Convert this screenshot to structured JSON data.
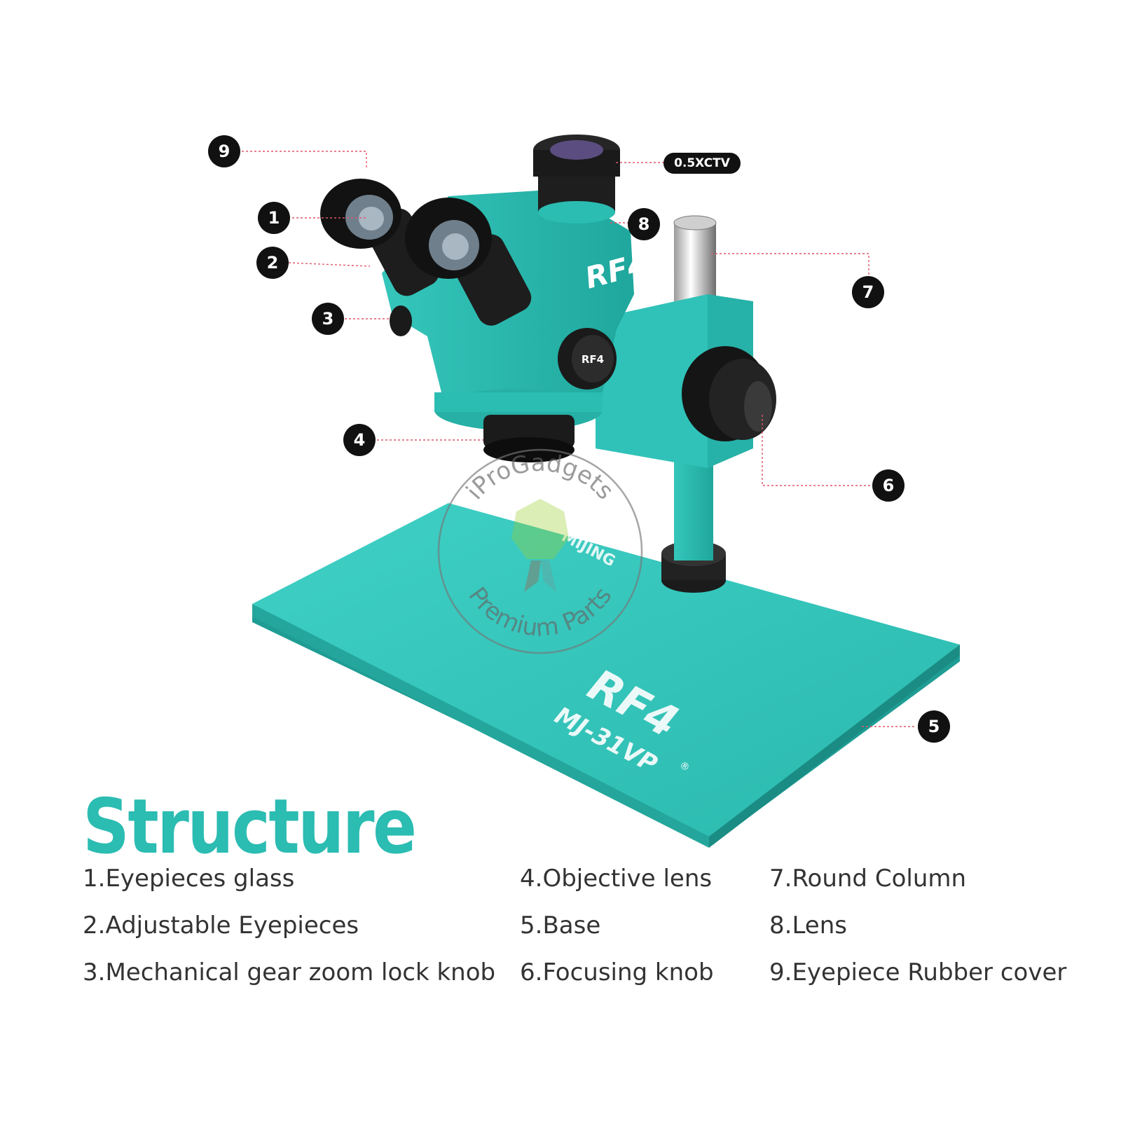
{
  "title": "Structure",
  "colors": {
    "accent": "#2bbcb2",
    "accent_dark": "#1e9a92",
    "badge": "#111111",
    "leader": "#e0566a"
  },
  "callouts": [
    {
      "id": "badge-9",
      "label": "9"
    },
    {
      "id": "badge-1",
      "label": "1"
    },
    {
      "id": "badge-2",
      "label": "2"
    },
    {
      "id": "badge-3",
      "label": "3"
    },
    {
      "id": "badge-4",
      "label": "4"
    },
    {
      "id": "badge-8",
      "label": "8"
    },
    {
      "id": "badge-7",
      "label": "7"
    },
    {
      "id": "badge-6",
      "label": "6"
    },
    {
      "id": "badge-5",
      "label": "5"
    },
    {
      "id": "badge-ctv",
      "label": "0.5XCTV"
    }
  ],
  "legend": {
    "col1": [
      "1.Eyepieces glass",
      "2.Adjustable Eyepieces",
      "3.Mechanical gear zoom lock knob"
    ],
    "col2": [
      "4.Objective lens",
      "5.Base",
      "6.Focusing knob"
    ],
    "col3": [
      "7.Round Column",
      "8.Lens",
      "9.Eyepiece Rubber  cover"
    ]
  },
  "device_labels": {
    "brand": "RF4",
    "model": "MJ-31VP",
    "registered": "®",
    "miljing": "MIJING"
  },
  "watermark": {
    "top": "iProGadgets",
    "bottom": "Premium Parts"
  }
}
